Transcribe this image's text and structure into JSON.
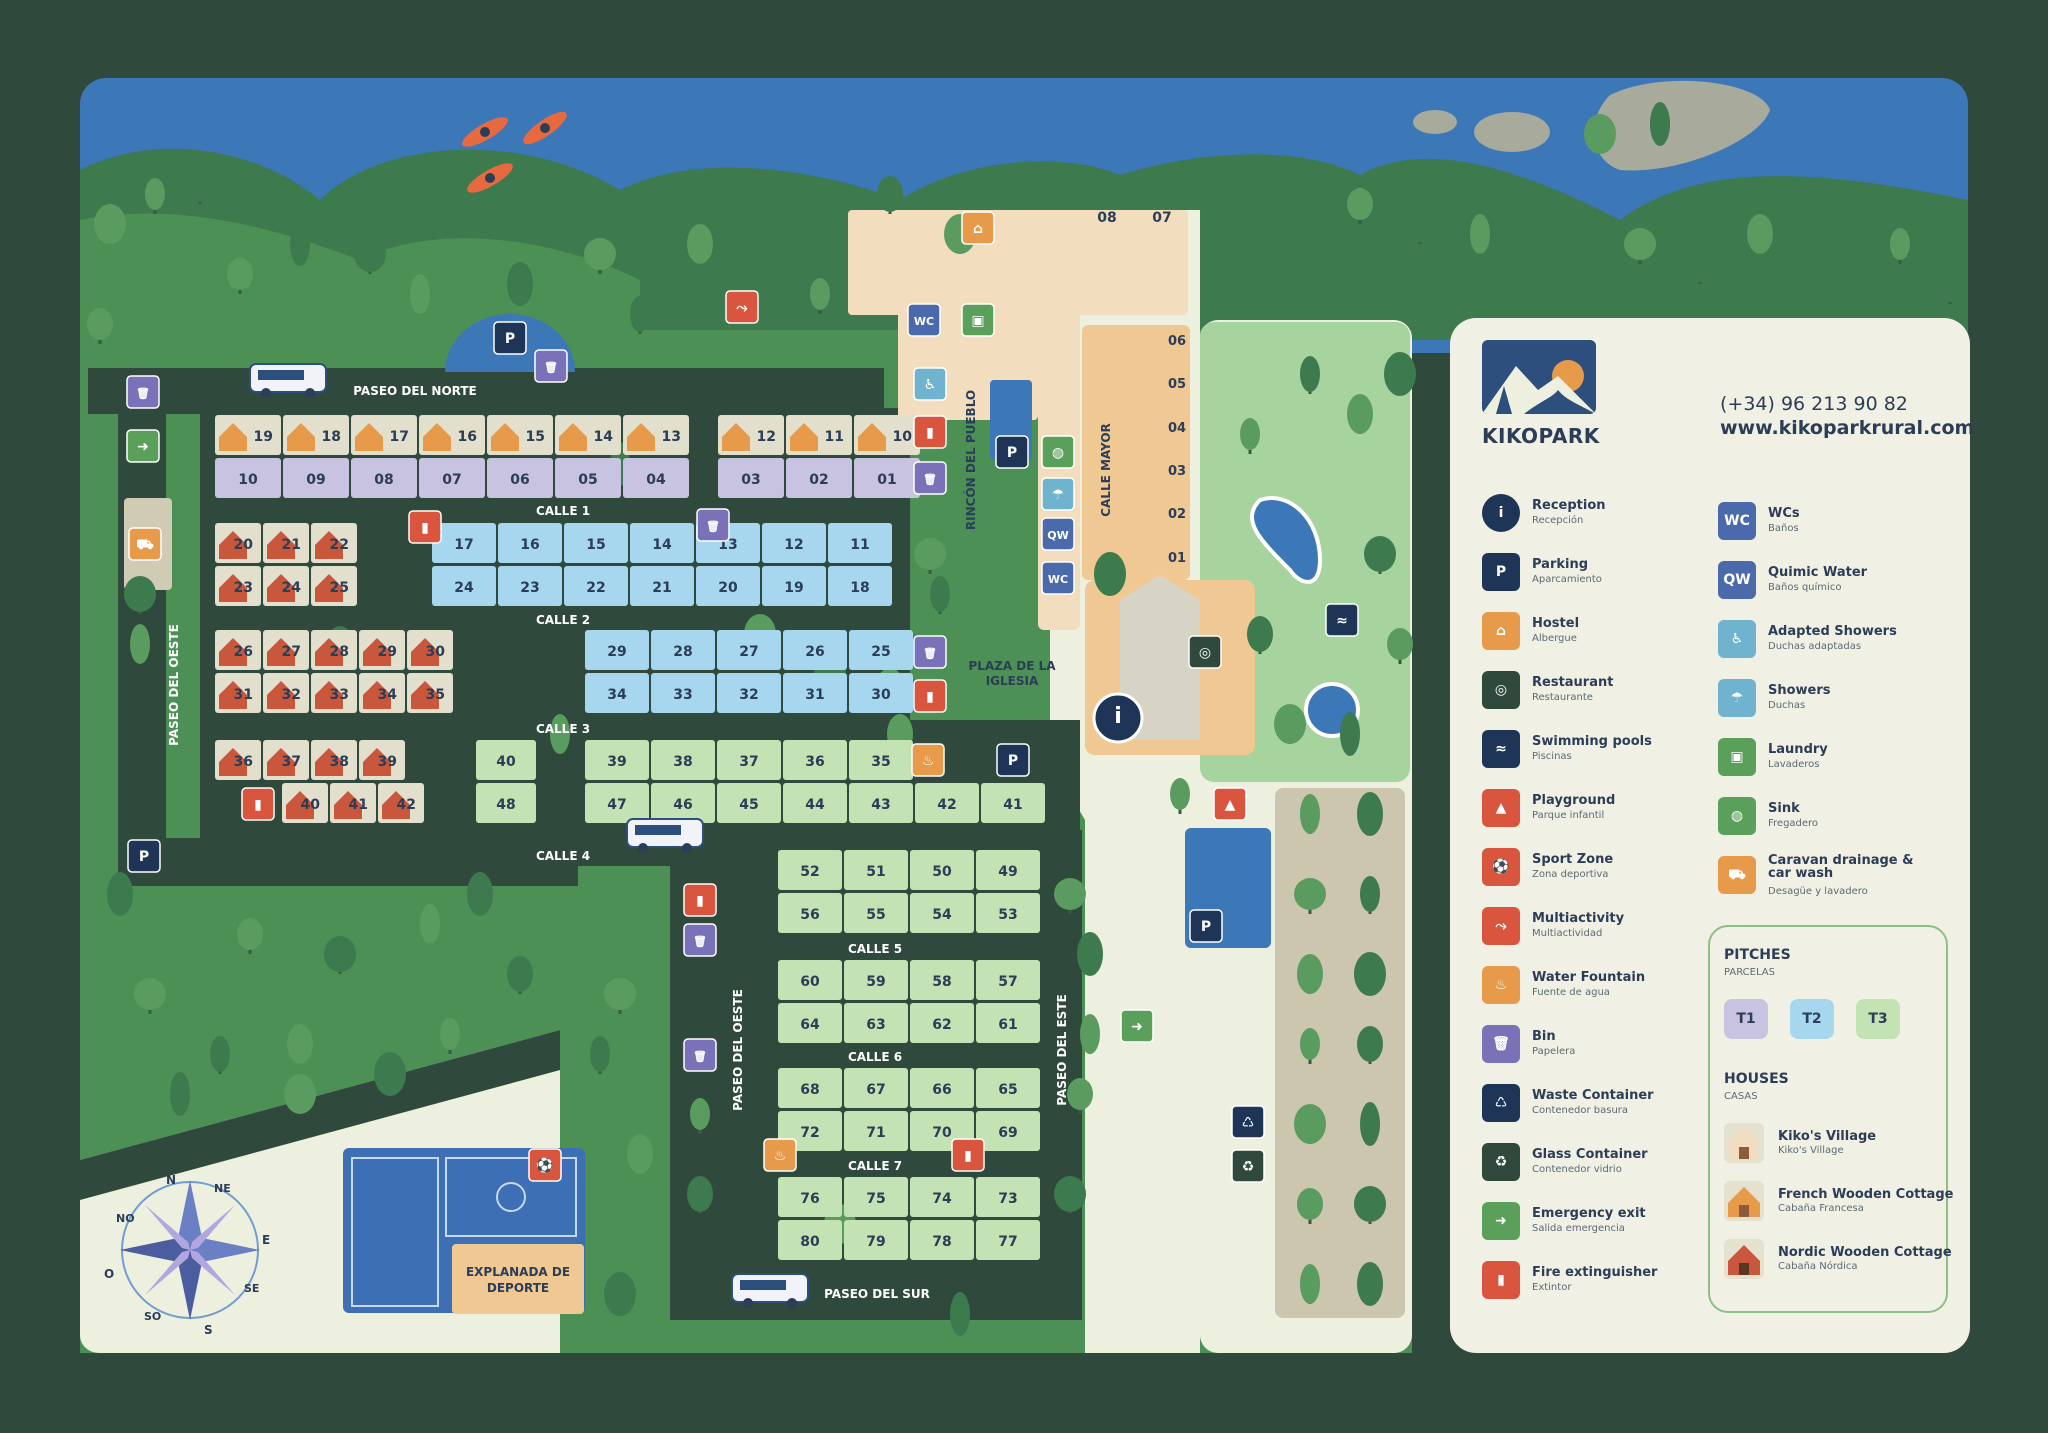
{
  "map": {
    "street_labels": [
      "PASEO DEL NORTE",
      "CALLE 1",
      "CALLE 2",
      "CALLE 3",
      "CALLE 4",
      "CALLE 5",
      "CALLE 6",
      "CALLE 7",
      "PASEO DEL OESTE",
      "PASEO DEL OESTE",
      "PASEO DEL ESTE",
      "PASEO DEL SUR",
      "RINCÓN DEL PUEBLO",
      "CALLE MAYOR",
      "PLAZA DE LA IGLESIA"
    ],
    "plaza_label": "PLAZA DE LA IGLESIA",
    "field_label": "EXPLANADA DE DEPORTE",
    "village_houses": [
      "08",
      "07",
      "06",
      "05",
      "04",
      "03",
      "02",
      "01"
    ],
    "pitch_groups": [
      {
        "type": "houses",
        "rows": [
          [
            "19",
            "18",
            "17",
            "16",
            "15",
            "14",
            "13"
          ],
          [
            "12",
            "11",
            "10"
          ]
        ]
      },
      {
        "type": "T1",
        "rows": [
          [
            "10",
            "09",
            "08",
            "07",
            "06",
            "05",
            "04"
          ],
          [
            "03",
            "02",
            "01"
          ]
        ]
      },
      {
        "type": "houses",
        "rows": [
          [
            "20",
            "21",
            "22"
          ],
          [
            "23",
            "24",
            "25"
          ]
        ]
      },
      {
        "type": "T2",
        "rows": [
          [
            "17",
            "16",
            "15",
            "14",
            "13",
            "12",
            "11"
          ],
          [
            "24",
            "23",
            "22",
            "21",
            "20",
            "19",
            "18"
          ]
        ]
      },
      {
        "type": "houses",
        "rows": [
          [
            "26",
            "27",
            "28",
            "29",
            "30"
          ],
          [
            "31",
            "32",
            "33",
            "34",
            "35"
          ]
        ]
      },
      {
        "type": "T2",
        "rows": [
          [
            "29",
            "28",
            "27",
            "26",
            "25"
          ],
          [
            "34",
            "33",
            "32",
            "31",
            "30"
          ]
        ]
      },
      {
        "type": "houses",
        "rows": [
          [
            "36",
            "37",
            "38",
            "39"
          ],
          [
            "40",
            "41",
            "42"
          ]
        ]
      },
      {
        "type": "T3",
        "rows": [
          [
            "40"
          ],
          [
            "48"
          ],
          [
            "39",
            "38",
            "37",
            "36",
            "35"
          ],
          [
            "47",
            "46",
            "45",
            "44",
            "43",
            "42",
            "41"
          ]
        ]
      },
      {
        "type": "T3",
        "rows": [
          [
            "52",
            "51",
            "50",
            "49"
          ],
          [
            "56",
            "55",
            "54",
            "53"
          ],
          [
            "60",
            "59",
            "58",
            "57"
          ],
          [
            "64",
            "63",
            "62",
            "61"
          ],
          [
            "68",
            "67",
            "66",
            "65"
          ],
          [
            "72",
            "71",
            "70",
            "69"
          ],
          [
            "76",
            "75",
            "74",
            "73"
          ],
          [
            "80",
            "79",
            "78",
            "77"
          ]
        ]
      }
    ],
    "compass": [
      "N",
      "NE",
      "E",
      "SE",
      "S",
      "SO",
      "O",
      "NO"
    ]
  },
  "legend": {
    "brand": "KIKOPARK",
    "phone": "(+34) 96 213 90 82",
    "website": "www.kikoparkrural.com",
    "items_left": [
      {
        "icon": "info-icon",
        "glyph": "i",
        "en": "Reception",
        "es": "Recepción",
        "color": "#1f3558"
      },
      {
        "icon": "parking-icon",
        "glyph": "P",
        "en": "Parking",
        "es": "Aparcamiento",
        "color": "#1f3558"
      },
      {
        "icon": "hostel-icon",
        "glyph": "⌂",
        "en": "Hostel",
        "es": "Albergue",
        "color": "#e79a4a"
      },
      {
        "icon": "restaurant-icon",
        "glyph": "◎",
        "en": "Restaurant",
        "es": "Restaurante",
        "color": "#2f4a3c"
      },
      {
        "icon": "swimming-pool-icon",
        "glyph": "≈",
        "en": "Swimming pools",
        "es": "Piscinas",
        "color": "#1f3558"
      },
      {
        "icon": "playground-icon",
        "glyph": "▲",
        "en": "Playground",
        "es": "Parque infantil",
        "color": "#d9553d"
      },
      {
        "icon": "sport-zone-icon",
        "glyph": "⚽",
        "en": "Sport Zone",
        "es": "Zona deportiva",
        "color": "#d9553d"
      },
      {
        "icon": "multiactivity-icon",
        "glyph": "⤳",
        "en": "Multiactivity",
        "es": "Multiactividad",
        "color": "#d9553d"
      },
      {
        "icon": "water-fountain-icon",
        "glyph": "♨",
        "en": "Water Fountain",
        "es": "Fuente de agua",
        "color": "#e79a4a"
      },
      {
        "icon": "bin-icon",
        "glyph": "🗑",
        "en": "Bin",
        "es": "Papelera",
        "color": "#7a72b8"
      },
      {
        "icon": "waste-container-icon",
        "glyph": "♺",
        "en": "Waste Container",
        "es": "Contenedor basura",
        "color": "#1f3558"
      },
      {
        "icon": "glass-container-icon",
        "glyph": "♻",
        "en": "Glass Container",
        "es": "Contenedor vidrio",
        "color": "#2f4a3c"
      },
      {
        "icon": "emergency-exit-icon",
        "glyph": "➜",
        "en": "Emergency exit",
        "es": "Salida emergencia",
        "color": "#5aa05a"
      },
      {
        "icon": "fire-extinguisher-icon",
        "glyph": "▮",
        "en": "Fire extinguisher",
        "es": "Extintor",
        "color": "#d9553d"
      }
    ],
    "items_right": [
      {
        "icon": "wc-icon",
        "glyph": "WC",
        "en": "WCs",
        "es": "Baños",
        "color": "#4a6aab"
      },
      {
        "icon": "quimic-water-icon",
        "glyph": "QW",
        "en": "Quimic Water",
        "es": "Baños químico",
        "color": "#4a6aab"
      },
      {
        "icon": "adapted-showers-icon",
        "glyph": "♿",
        "en": "Adapted Showers",
        "es": "Duchas adaptadas",
        "color": "#6fb3cf"
      },
      {
        "icon": "showers-icon",
        "glyph": "☂",
        "en": "Showers",
        "es": "Duchas",
        "color": "#6fb3cf"
      },
      {
        "icon": "laundry-icon",
        "glyph": "▣",
        "en": "Laundry",
        "es": "Lavaderos",
        "color": "#5aa05a"
      },
      {
        "icon": "sink-icon",
        "glyph": "◍",
        "en": "Sink",
        "es": "Fregadero",
        "color": "#5aa05a"
      },
      {
        "icon": "caravan-drainage-icon",
        "glyph": "⛟",
        "en": "Caravan drainage & car wash",
        "es": "Desagüe y lavadero",
        "color": "#e79a4a"
      }
    ],
    "pitches_title": "PITCHES",
    "pitches_sub": "PARCELAS",
    "pitch_types": [
      {
        "label": "T1",
        "color": "#c9c3e2"
      },
      {
        "label": "T2",
        "color": "#a6d7ef"
      },
      {
        "label": "T3",
        "color": "#c4e3b4"
      }
    ],
    "houses_title": "HOUSES",
    "houses_sub": "CASAS",
    "houses": [
      {
        "en": "Kiko's Village",
        "es": "Kiko's Village"
      },
      {
        "en": "French Wooden Cottage",
        "es": "Cabaña Francesa"
      },
      {
        "en": "Nordic Wooden Cottage",
        "es": "Cabaña Nórdica"
      }
    ]
  }
}
